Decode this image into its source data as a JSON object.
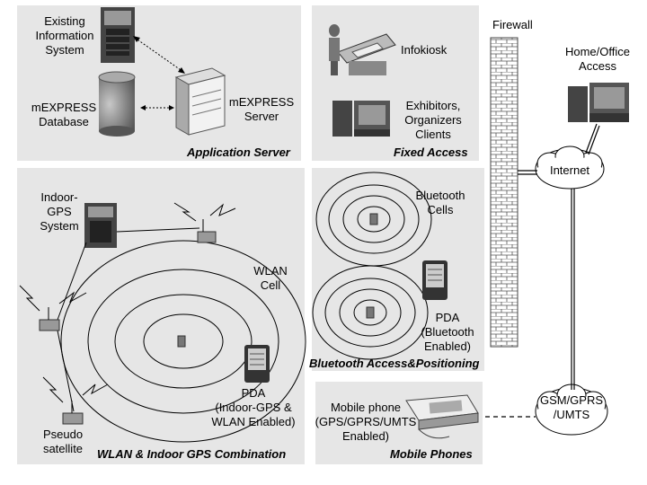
{
  "panels": {
    "application_server": {
      "title": "Application Server",
      "existing_system": [
        "Existing",
        "Information",
        "System"
      ],
      "database": [
        "mEXPRESS",
        "Database"
      ],
      "server": [
        "mEXPRESS",
        "Server"
      ]
    },
    "fixed_access": {
      "title": "Fixed Access",
      "infokiosk": "Infokiosk",
      "clients": [
        "Exhibitors,",
        "Organizers",
        "Clients"
      ]
    },
    "wlan_gps": {
      "title": "WLAN & Indoor GPS Combination",
      "indoor_gps": [
        "Indoor-",
        "GPS",
        "System"
      ],
      "wlan_cell": [
        "WLAN",
        "Cell"
      ],
      "pda": [
        "PDA",
        "(Indoor-GPS &",
        "WLAN Enabled)"
      ],
      "pseudo": [
        "Pseudo",
        "satellite"
      ]
    },
    "bluetooth": {
      "title": "Bluetooth Access&Positioning",
      "cells": [
        "Bluetooth",
        "Cells"
      ],
      "pda": [
        "PDA",
        "(Bluetooth",
        "Enabled)"
      ]
    },
    "mobile": {
      "title": "Mobile Phones",
      "phone": [
        "Mobile phone",
        "(GPS/GPRS/UMTS",
        "Enabled)"
      ]
    }
  },
  "network": {
    "firewall": "Firewall",
    "home_office": [
      "Home/Office",
      "Access"
    ],
    "internet": "Internet",
    "gsm": [
      "GSM/GPRS",
      "/UMTS"
    ]
  },
  "colors": {
    "panel_fill": "#e6e6e6",
    "panel_edge": "#ffffff",
    "device_dark": "#555555",
    "screen": "#7a7a7a"
  }
}
